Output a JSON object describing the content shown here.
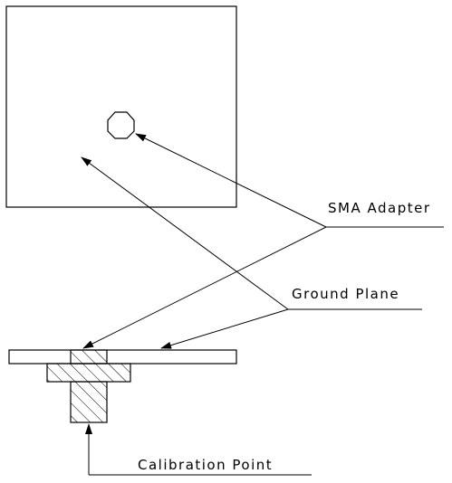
{
  "labels": {
    "sma_adapter": "SMA Adapter",
    "ground_plane": "Ground Plane",
    "calibration_point": "Calibration Point"
  }
}
